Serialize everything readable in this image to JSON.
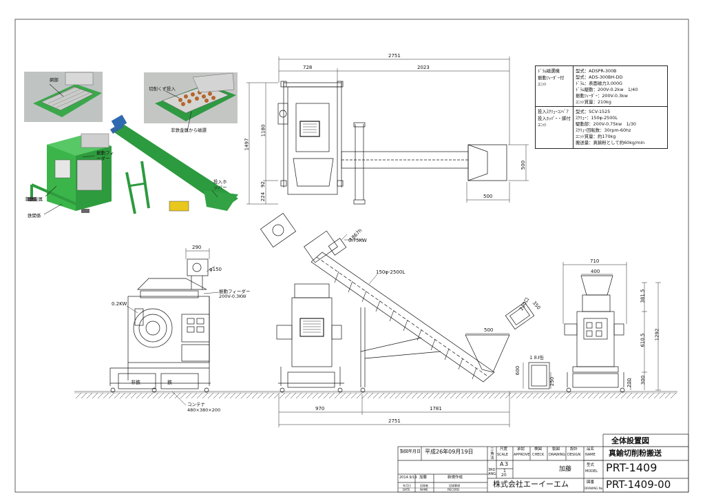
{
  "drawing": {
    "title": "全体設置図",
    "subtitle": "真鍮切削粉搬送",
    "model_label": "型式",
    "model_label_en": "MODEL",
    "model": "PRT-1409",
    "drawing_no_label": "図番",
    "drawing_no_label_en": "DRAWING No.",
    "drawing_no": "PRT-1409-00",
    "company": "株式会社エーイーエム",
    "issue_date_label": "製図年月日",
    "issue_date": "平成26年09月19日",
    "name_label": "品名",
    "name_label_en": "NAME",
    "scale_label": "尺度",
    "scale_label_en": "SCALE",
    "approve_label": "承認",
    "approve_label_en": "APPROVE",
    "check_label": "検図",
    "check_label_en": "CHECK",
    "drawing_label": "製図",
    "drawing_label_en": "DRAWING",
    "design_label": "設計",
    "design_label_en": "DESIGN",
    "sandaku": "三角法",
    "third_ang": "3RD ANG.",
    "paper": "A３",
    "scale": "1",
    "scale_den": "20",
    "designer": "加藤",
    "rev_date": "2014.9/19",
    "rev_name": "加藤",
    "rev_record": "新規作成",
    "rev_date_hdr": "年月日",
    "rev_date_hdr_en": "DATE",
    "rev_name_hdr": "記録者",
    "rev_name_hdr_en": "NAME",
    "rev_record_hdr": "記録事項",
    "rev_record_hdr_en": "RECORD"
  },
  "spec": {
    "unit1_label": [
      "ﾄﾞﾗﾑ磁選機",
      "振動ﾌｨｰﾀﾞｰ付",
      "ﾕﾆｯﾄ"
    ],
    "unit1_lines": [
      "型式：ADSPR-300B",
      "型式：ADS-300BH-DD",
      "ﾄﾞﾗﾑ：表面磁力3,000G",
      "ﾄﾞﾗﾑ駆動：200V-0.2kw　1/40",
      "振動ﾌｨｰﾀﾞｰ：200V-0.3kw",
      "ﾕﾆｯﾄ質量：210kg"
    ],
    "unit2_label": [
      "投入ｽｸﾘｭｰｺﾝﾍﾞｱ",
      "投入ﾎｯﾊﾟｰ・脚付",
      "ﾕﾆｯﾄ"
    ],
    "unit2_lines": [
      "型式：SCV-1525",
      "ｽｸﾘｭｰ：150φ-2500L",
      "駆動部：200V-0.75kw　1/30",
      "ｽｸﾘｭｰ回転数：30rpm-60hz",
      "ﾕﾆｯﾄ質量：約170kg",
      "搬送量：真鍮粉として約60kg/min"
    ]
  },
  "photo_labels": {
    "mesh": "網部",
    "chips_in": "切削くず投入",
    "nonferrous": "非鉄金属から磁選",
    "feeder": "振動フィーダー",
    "hopper": "投入ホッパー",
    "nonferrous_metal": "非鉄金属",
    "iron": "鉄関係"
  },
  "dims": {
    "top_total": "2751",
    "top_left": "728",
    "top_right": "2023",
    "top_height": "1497",
    "top_h1": "1180",
    "top_h2": "224",
    "top_h3": "92",
    "hopper_w": "500",
    "hopper_h": "500",
    "motor": "0.75KW",
    "motor_h": "1867h",
    "screw": "150φ-2500L",
    "pipe": "φ150",
    "feeder_w": "290",
    "drum_motor": "0.2KW",
    "feeder_motor": "振動フィーダー\n200V-0.3KW",
    "bin_nonferrous": "非鉄",
    "bin_iron": "鉄",
    "container": "コンテナ\n480×380×200",
    "front_l": "970",
    "front_r": "1781",
    "front_total": "2751",
    "hopper_side": "500",
    "can_label": "１８ℓ缶",
    "can_h": "600",
    "can_h2": "250",
    "box_w": "230口",
    "box_l": "350",
    "side_w": "710",
    "side_top": "400",
    "side_h1": "381.5",
    "side_h2": "610.5",
    "side_h3": "300",
    "side_h4": "200",
    "side_total": "1292"
  }
}
